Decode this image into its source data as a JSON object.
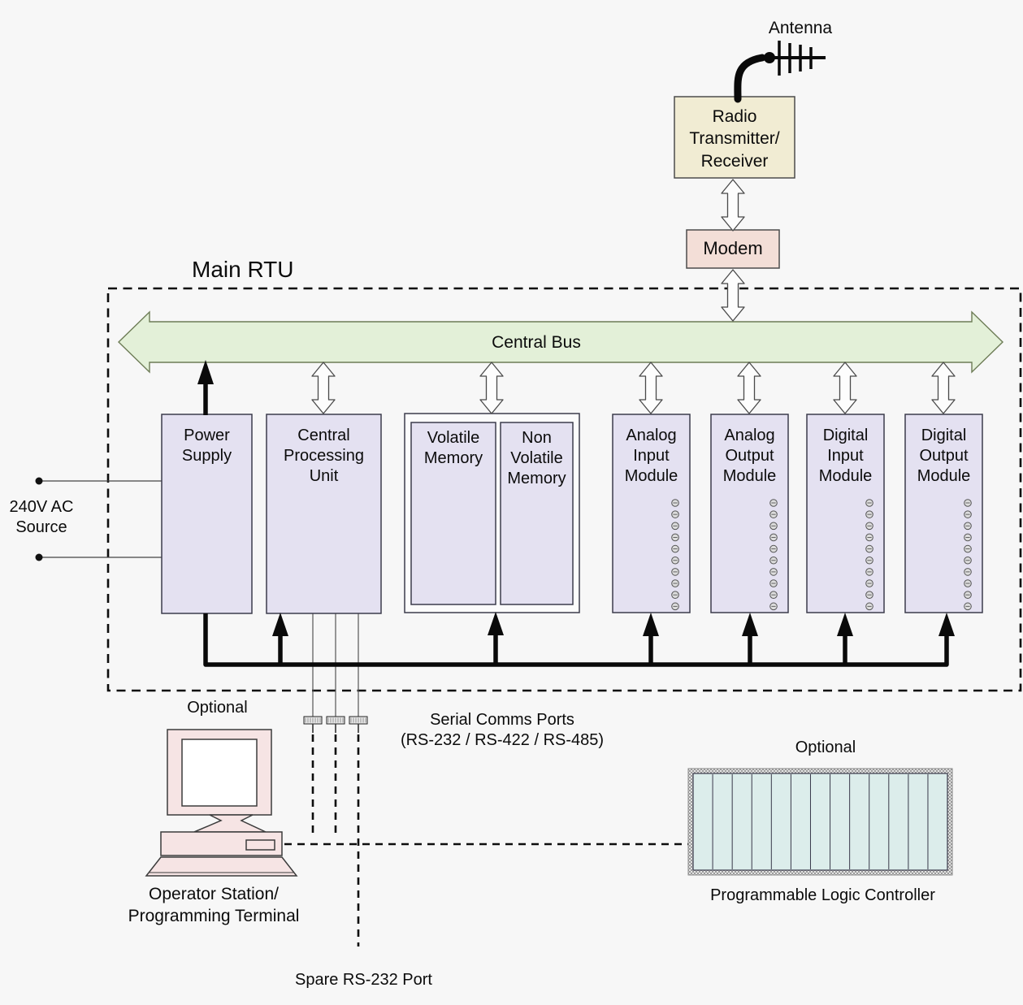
{
  "labels": {
    "antenna": "Antenna",
    "radio": "Radio\nTransmitter/\nReceiver",
    "modem": "Modem",
    "main_rtu": "Main RTU",
    "central_bus": "Central Bus",
    "ac_source": "240V AC\nSource",
    "power_supply": "Power\nSupply",
    "cpu": "Central\nProcessing\nUnit",
    "volatile_memory": "Volatile\nMemory",
    "non_volatile_memory": "Non\nVolatile\nMemory",
    "analog_input": "Analog\nInput\nModule",
    "analog_output": "Analog\nOutput\nModule",
    "digital_input": "Digital\nInput\nModule",
    "digital_output": "Digital\nOutput\nModule",
    "serial_ports": "Serial Comms Ports\n(RS-232 / RS-422 / RS-485)",
    "optional_terminal": "Optional",
    "operator_station": "Operator Station/\nProgramming Terminal",
    "optional_plc": "Optional",
    "plc": "Programmable Logic Controller",
    "spare_port": "Spare RS-232 Port"
  },
  "colors": {
    "module_fill": "#e4e1f1",
    "bus_fill": "#e3f0d8",
    "radio_fill": "#f1ecd3",
    "modem_fill": "#f3ded7",
    "terminal_fill": "#f6e4e4",
    "plc_fill": "#dcedeb",
    "background": "#f7f7f7"
  }
}
